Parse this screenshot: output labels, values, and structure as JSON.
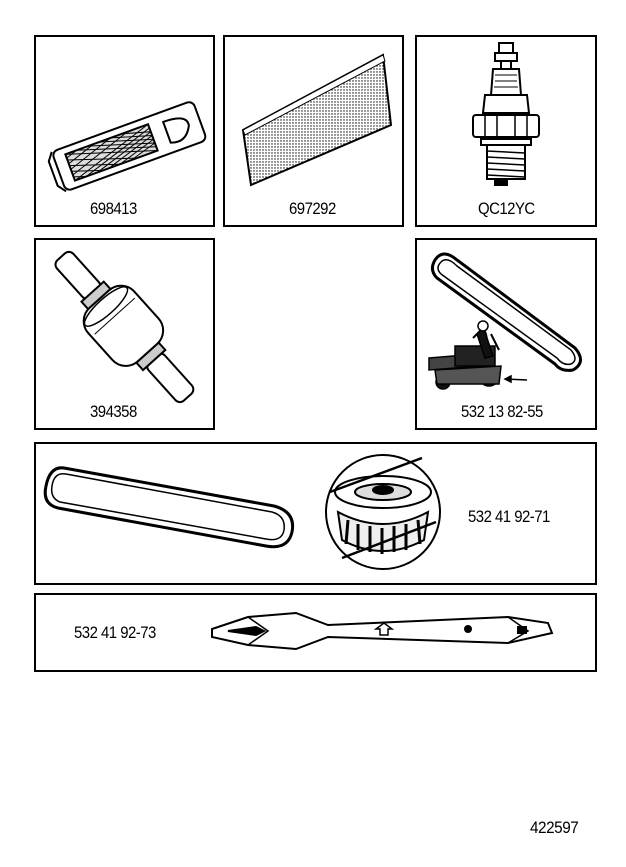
{
  "parts": {
    "air_filter": {
      "part_number": "698413",
      "icon": "air-filter-cartridge-icon"
    },
    "pre_filter": {
      "part_number": "697292",
      "icon": "foam-pre-filter-icon"
    },
    "spark_plug": {
      "part_number": "QC12YC",
      "icon": "spark-plug-icon"
    },
    "fuel_filter": {
      "part_number": "394358",
      "icon": "fuel-filter-icon"
    },
    "drive_belt": {
      "part_number": "532 13 82-55",
      "icon": "drive-belt-with-tractor-icon"
    },
    "deck_belt_pulley": {
      "part_number": "532 41 92-71",
      "icon": "belt-and-pulley-icon"
    },
    "mower_blade": {
      "part_number": "532 41 92-73",
      "icon": "mower-blade-icon"
    }
  },
  "figure_id": "422597"
}
